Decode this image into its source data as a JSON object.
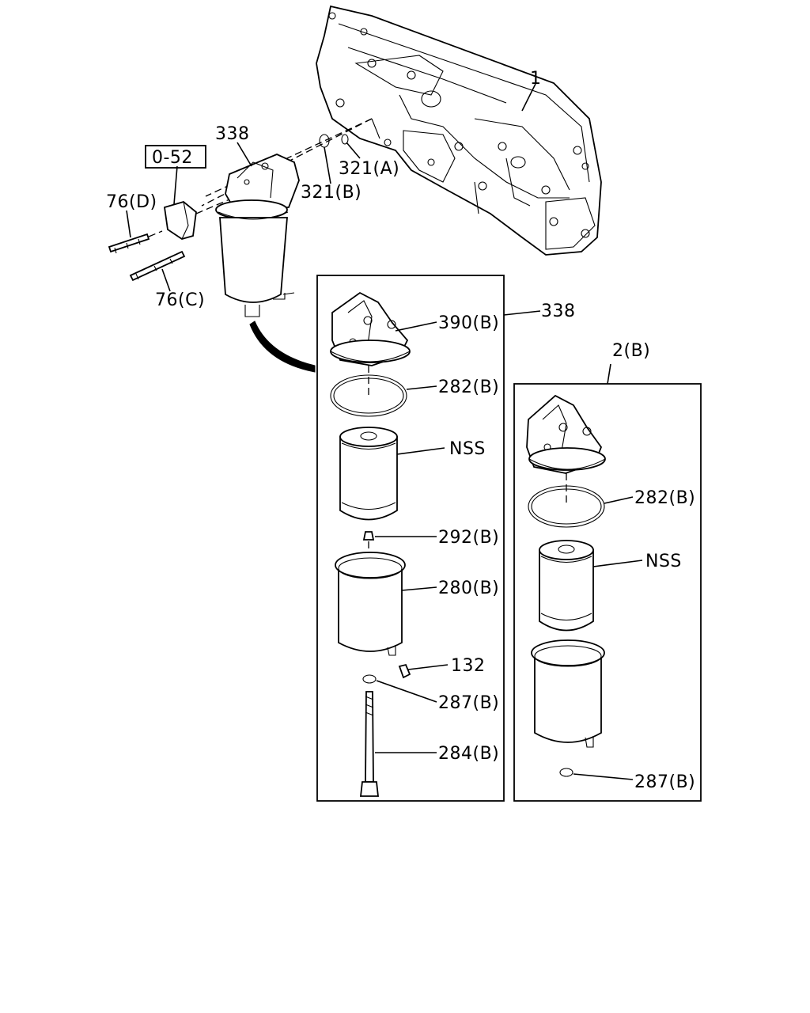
{
  "labels": {
    "block": "1",
    "filter_assembly": "338",
    "ref_box": "0-52",
    "bolt_d": "76(D)",
    "bolt_c": "76(C)",
    "oring_a": "321(A)",
    "oring_b": "321(B)",
    "panel_a_ref": "338",
    "head_b": "390(B)",
    "seal_282_a": "282(B)",
    "element_a": "NSS",
    "plug_292": "292(B)",
    "case_280": "280(B)",
    "drain_132": "132",
    "ring_287_a": "287(B)",
    "bolt_284": "284(B)",
    "panel_b_ref": "2(B)",
    "seal_282_b": "282(B)",
    "element_b": "NSS",
    "ring_287_b": "287(B)"
  },
  "colors": {
    "line": "#000000",
    "background": "#ffffff"
  }
}
